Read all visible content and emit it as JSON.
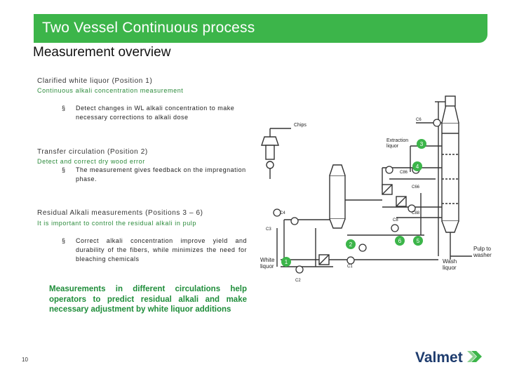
{
  "header": {
    "title": "Two Vessel Continuous process",
    "subtitle": "Measurement overview"
  },
  "sections": [
    {
      "heading": "Clarified white liquor (Position 1)",
      "subheading": "Continuous alkali concentration measurement",
      "bullets": [
        "Detect changes in WL alkali concentration to make necessary corrections to alkali dose"
      ]
    },
    {
      "heading": "Transfer circulation (Position 2)",
      "subheading": "Detect and correct dry wood error",
      "bullets": [
        "The measurement gives feedback on the impregnation phase."
      ]
    },
    {
      "heading": "Residual Alkali measurements (Positions 3 – 6)",
      "subheading": "It is important to control the residual alkali in pulp",
      "bullets": [
        "Correct alkali concentration improve yield and durability of the fibers, while minimizes the need for bleaching chemicals"
      ]
    }
  ],
  "bullet_mark": "§",
  "summary": "Measurements in different circulations help operators to predict residual alkali and make necessary adjustment by white liquor additions",
  "page_number": "10",
  "logo": {
    "text": "Valmet",
    "color": "#3cb54a"
  },
  "diagram": {
    "labels": {
      "chips": "Chips",
      "extraction": "Extraction",
      "liquor": "liquor",
      "white": "White",
      "white_liquor": "liquor",
      "wash": "Wash",
      "wash_liquor": "liquor",
      "pulp_to": "Pulp to",
      "washer": "washer",
      "c6": "C6",
      "c4": "C4",
      "c3": "C3",
      "c2": "C2",
      "c8": "C8",
      "c66": "C66",
      "c88": "C88",
      "c86": "C86",
      "c1": "C1"
    },
    "positions": [
      "1",
      "2",
      "3",
      "4",
      "5",
      "6"
    ],
    "marker_color": "#3cb54a"
  }
}
